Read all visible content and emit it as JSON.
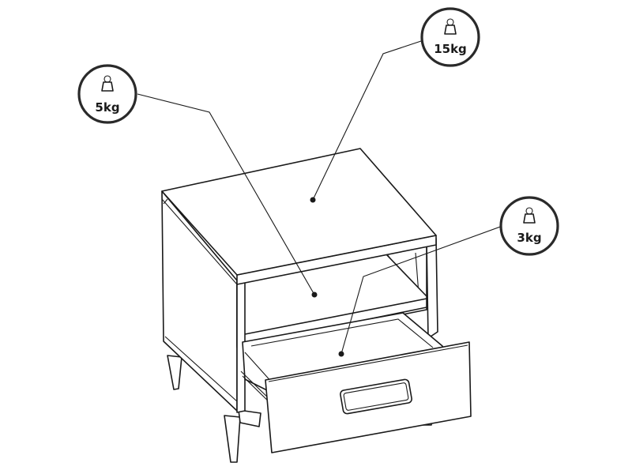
{
  "load_limits": [
    {
      "id": "top",
      "label": "15kg",
      "icon": "weight-icon"
    },
    {
      "id": "shelf",
      "label": "5kg",
      "icon": "weight-icon"
    },
    {
      "id": "drawer",
      "label": "3kg",
      "icon": "weight-icon"
    }
  ],
  "colors": {
    "line": "#1a1a1a",
    "ring": "#2a2a2a",
    "background": "#ffffff"
  }
}
